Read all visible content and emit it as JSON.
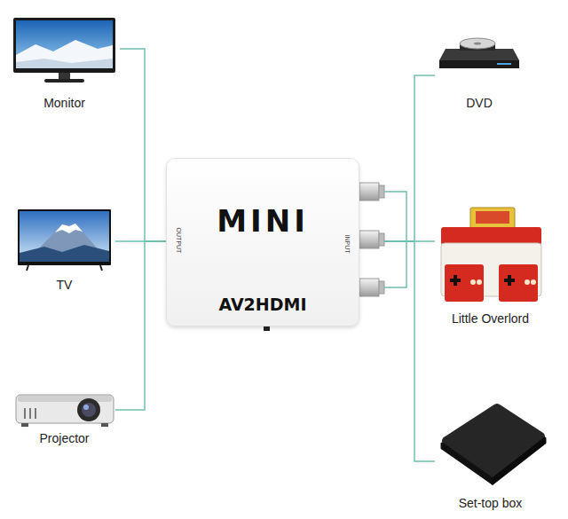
{
  "diagram": {
    "nodes": [
      {
        "text": [
          "Monitor"
        ]
      },
      {
        "text": [
          "TV"
        ]
      },
      {
        "text": [
          "Projector"
        ]
      },
      {
        "text": [
          "MINI",
          "AV2HDMI",
          "OUTPUT",
          "INPUT"
        ]
      },
      {
        "text": [
          "DVD"
        ]
      },
      {
        "text": [
          "Little Overlord"
        ]
      },
      {
        "text": [
          "Set-top box"
        ]
      }
    ],
    "edges": [
      {
        "from": 3,
        "to": 0,
        "arrow": "none"
      },
      {
        "from": 3,
        "to": 1,
        "arrow": "none"
      },
      {
        "from": 3,
        "to": 2,
        "arrow": "none"
      },
      {
        "from": 4,
        "to": 3,
        "arrow": "none"
      },
      {
        "from": 5,
        "to": 3,
        "arrow": "none"
      },
      {
        "from": 6,
        "to": 3,
        "arrow": "none"
      }
    ]
  }
}
